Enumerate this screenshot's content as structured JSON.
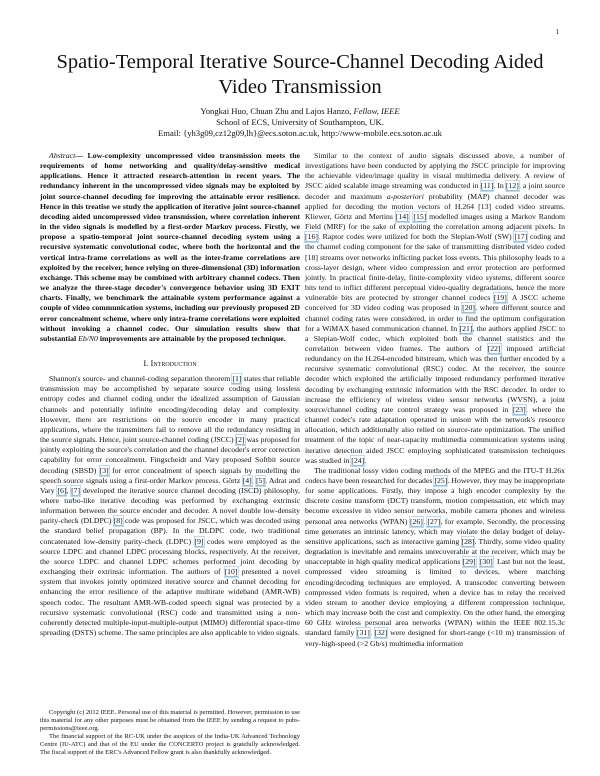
{
  "page_number": "1",
  "title": "Spatio-Temporal Iterative Source-Channel Decoding Aided Video Transmission",
  "authors": {
    "names": "Yongkai Huo, Chuan Zhu and Lajos Hanzo, ",
    "fellow": "Fellow, IEEE",
    "affiliation": "School of ECS, University of Southampton, UK.",
    "email": "Email: {yh3g09,cz12g09,lh}@ecs.soton.ac.uk, http://www-mobile.ecs.soton.ac.uk"
  },
  "abstract": {
    "label": "Abstract",
    "text": "— Low-complexity uncompressed video transmission meets the requirements of home networking and quality/delay-sensitive medical applications. Hence it attracted research-attention in recent years. The redundancy inherent in the uncompressed video signals may be exploited by joint source-channel decoding for improving the attainable error resilience. Hence in this treatise we study the application of iterative joint source-channel decoding aided uncompressed video transmission, where correlation inherent in the video signals is modelled by a first-order Markov process. Firstly, we propose a spatio-temporal joint source-channel decoding system using a recursive systematic convolutional codec, where both the horizontal and the vertical intra-frame correlations as well as the inter-frame correlations are exploited by the receiver, hence relying on three-dimensional (3D) information exchange. This scheme may be combined with arbitrary channel codecs. Then we analyze the three-stage decoder's convergence behavior using 3D EXIT charts. Finally, we benchmark the attainable system performance against a couple of video communication systems, including our previously proposed 2D error concealment scheme, where only intra-frame correlations were exploited without invoking a channel codec. Our simulation results show that substantial ",
    "math": "Eb/N0",
    "tail": " improvements are attainable by the proposed technique."
  },
  "section_heading": "I. Introduction",
  "left_paragraphs": [
    [
      "Shannon's source- and channel-coding separation theorem ",
      {
        "cite": "[1]"
      },
      " states that reliable transmission may be accomplished by separate source coding using lossless entropy codes and channel coding under the idealized assumption of Gaussian channels and potentially infinite encoding/decoding delay and complexity. However, there are restrictions on the source encoder in many practical applications, where the transmitters fail to remove all the redundancy residing in the source signals. Hence, joint source-channel coding (JSCC) ",
      {
        "cite": "[2]"
      },
      " was proposed for jointly exploiting the source's correlation and the channel decoder's error correction capability for error concealment. Fingscheidt and Vary proposed Softbit source decoding (SBSD) ",
      {
        "cite": "[3]"
      },
      " for error concealment of speech signals by modelling the speech source signals using a first-order Markov process. Görtz ",
      {
        "cite": "[4]"
      },
      ", ",
      {
        "cite": "[5]"
      },
      ", Adrat and Vary ",
      {
        "cite": "[6]"
      },
      ", ",
      {
        "cite": "[7]"
      },
      " developed the iterative source channel decoding (ISCD) philosophy, where turbo-like iterative decoding was performed by exchanging extrinsic information between the source encoder and decoder. A novel double low-density parity-check (DLDPC) ",
      {
        "cite": "[8]"
      },
      " code was proposed for JSCC, which was decoded using the standard belief propagation (BP). In the DLDPC code, two traditional concatenated low-density parity-check (LDPC) ",
      {
        "cite": "[9]"
      },
      " codes were employed as the source LDPC and channel LDPC processing blocks, respectively. At the receiver, the source LDPC and channel LDPC schemes performed joint decoding by exchanging their extrinsic information. The authors of ",
      {
        "cite": "[10]"
      },
      " presented a novel system that invokes jointly optimized iterative source and channel decoding for enhancing the error resilience of the adaptive multirate wideband (AMR-WB) speech codec. The resultant AMR-WB-coded speech signal was protected by a recursive systematic convolutional (RSC) code and transmitted using a non-coherently detected multiple-input-multiple-output (MIMO) differential space-time spreading (DSTS) scheme. The same principles are also applicable to video signals."
    ]
  ],
  "footnotes": [
    "Copyright (c) 2012 IEEE. Personal use of this material is permitted. However, permission to use this material for any other purposes must be obtained from the IEEE by sending a request to pubs-permissions@ieee.org.",
    "The financial support of the RC-UK under the auspices of the India-UK Advanced Technology Centre (IU-ATC) and that of the EU under the CONCERTO project is gratefully acknowledged. The fiscal support of the ERC's Advanced Fellow grant is also thankfully acknowledged."
  ],
  "right_paragraphs": [
    [
      "Similar to the context of audio signals discussed above, a number of investigations have been conducted by applying the JSCC principle for improving the achievable video/image quality in visual multimedia delivery. A review of JSCC aided scalable image streaming was conducted in ",
      {
        "cite": "[11]"
      },
      ". In ",
      {
        "cite": "[12]"
      },
      ", a joint source decoder and maximum ",
      {
        "em": "a-posteriori"
      },
      " probability (MAP) channel decoder was applied for decoding the motion vectors of H.264 [13] coded video streams. Kliewer, Görtz and Mertins ",
      {
        "cite": "[14]"
      },
      ", ",
      {
        "cite": "[15]"
      },
      " modelled images using a Markov Random Field (MRF) for the sake of exploiting the correlation among adjacent pixels. In ",
      {
        "cite": "[16]"
      },
      ", Raptor codes were utilized for both the Slepian-Wolf (SW) ",
      {
        "cite": "[17]"
      },
      " coding and the channel coding component for the sake of transmitting distributed video coded [18] streams over networks inflicting packet loss events. This philosophy leads to a cross-layer design, where video compression and error protection are performed jointly. In practical finite-delay, finite-complexity video systems, different source bits tend to inflict different perceptual video-quality degradations, hence the more vulnerable bits are protected by stronger channel codecs ",
      {
        "cite": "[19]"
      },
      ". A JSCC scheme conceived for 3D video coding was proposed in ",
      {
        "cite": "[20]"
      },
      ", where different source and channel coding rates were considered, in order to find the optimum configuration for a WiMAX based communication channel. In ",
      {
        "cite": "[21]"
      },
      ", the authors applied JSCC to a Slepian-Wolf codec, which exploited both the channel statistics and the correlation between video frames. The authors of ",
      {
        "cite": "[22]"
      },
      " imposed artificial redundancy on the H.264-encoded bitstream, which was then further encoded by a recursive systematic convolutional (RSC) codec. At the receiver, the source decoder which exploited the artificially imposed redundancy performed iterative decoding by exchanging extrinsic information with the RSC decoder. In order to increase the efficiency of wireless video sensor networks (WVSN), a joint source/channel coding rate control strategy was proposed in ",
      {
        "cite": "[23]"
      },
      ", where the channel codec's rate adaptation operated in unison with the network's resource allocation, which additionally also relied on source-rate optimization. The unified treatment of the topic of near-capacity multimedia communication systems using iterative detection aided JSCC employing sophisticated transmission techniques was studied in ",
      {
        "cite": "[24]"
      },
      "."
    ],
    [
      "The traditional lossy video coding methods of the MPEG and the ITU-T H.26x codecs have been researched for decades ",
      {
        "cite": "[25]"
      },
      ". However, they may be inappropriate for some applications. Firstly, they impose a high encoder complexity by the discrete cosine transform (DCT) transform, motion compensation, etc which may become excessive in video sensor networks, mobile camera phones and wireless personal area networks (WPAN) ",
      {
        "cite": "[26]"
      },
      ", ",
      {
        "cite": "[27]"
      },
      ", for example. Secondly, the processing time generates an intrinsic latency, which may violate the delay budget of delay-sensitive applications, such as interactive gaming ",
      {
        "cite": "[28]"
      },
      ". Thirdly, some video quality degradation is inevitable and remains unrecoverable at the receiver, which may be unacceptable in high quality medical applications ",
      {
        "cite": "[29]"
      },
      ", ",
      {
        "cite": "[30]"
      },
      ". Last but not the least, compressed video streaming is limited to devices, where matching encoding/decoding techniques are employed. A transcodec converting between compressed video formats is required, when a device has to relay the received video stream to another device employing a different compression technique, which may increase both the cost and complexity. On the other hand, the emerging 60 GHz wireless personal area networks (WPAN) within the IEEE 802.15.3c standard family ",
      {
        "cite": "[31]"
      },
      ", ",
      {
        "cite": "[32]"
      },
      " were designed for short-range (<10 m) transmission of very-high-speed (>2 Gb/s) multimedia information"
    ]
  ],
  "colors": {
    "citation_box": "#8fc3e8",
    "text": "#111111"
  }
}
